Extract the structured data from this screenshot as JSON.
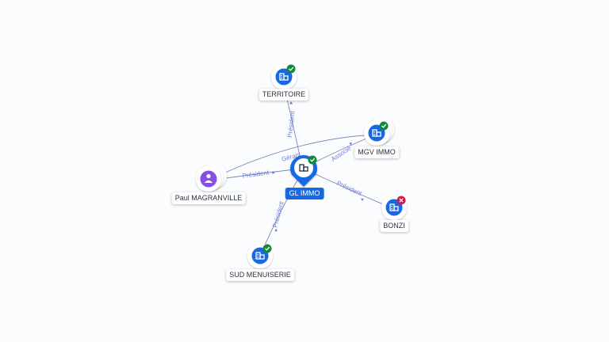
{
  "center": {
    "label": "GL IMMO",
    "status": "active"
  },
  "nodes": {
    "territoire": {
      "label": "TERRITOIRE",
      "status": "active",
      "icon": "company-icon"
    },
    "mgv": {
      "label": "MGV IMMO",
      "status": "active",
      "icon": "company-icon"
    },
    "bonzi": {
      "label": "BONZI",
      "status": "closed",
      "icon": "company-icon"
    },
    "sud": {
      "label": "SUD MENUISERIE",
      "status": "active",
      "icon": "company-icon"
    },
    "person": {
      "label": "Paul MAGRANVILLE",
      "icon": "person-icon"
    }
  },
  "edges": {
    "president": "Président",
    "gerant": "Gérant",
    "associe": "Associé"
  },
  "colors": {
    "company": "#1668e3",
    "person": "#8a4ee8",
    "active_badge": "#128a3e",
    "closed_badge": "#d6154a",
    "edge": "#7d86b8",
    "edge_label": "#6b7fd6"
  }
}
